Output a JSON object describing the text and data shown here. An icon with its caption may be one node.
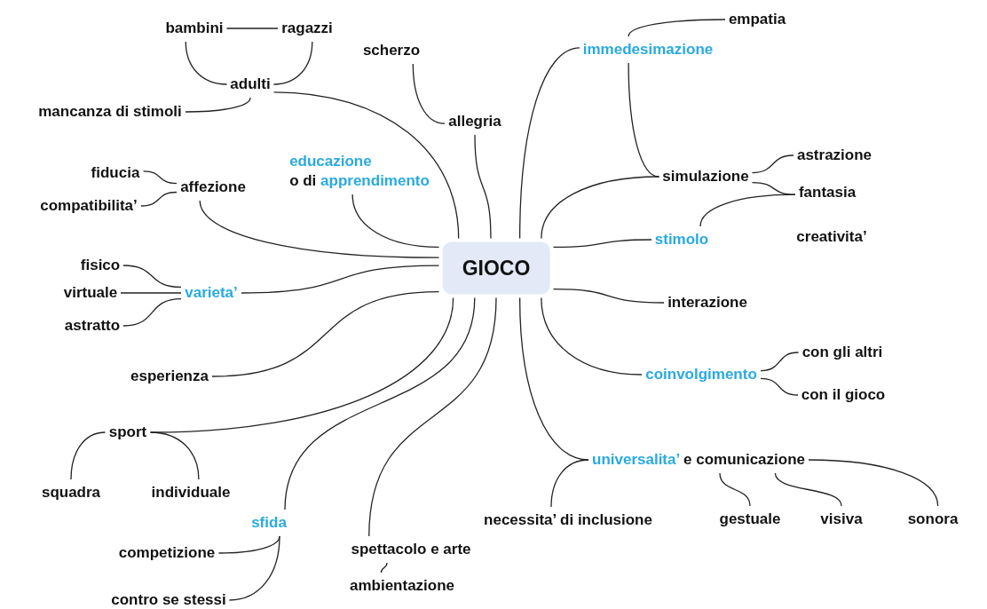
{
  "diagram": {
    "nodes": [
      {
        "text": [
          "GIOCO"
        ]
      },
      {
        "text": [
          "bambini"
        ]
      },
      {
        "text": [
          "ragazzi"
        ]
      },
      {
        "text": [
          "adulti"
        ]
      },
      {
        "text": [
          "mancanza di stimoli"
        ]
      },
      {
        "text": [
          "scherzo"
        ]
      },
      {
        "text": [
          "allegria"
        ]
      },
      {
        "text": [
          "educazione",
          "o di",
          "apprendimento"
        ]
      },
      {
        "text": [
          "fiducia"
        ]
      },
      {
        "text": [
          "affezione"
        ]
      },
      {
        "text": [
          "compatibilita’"
        ]
      },
      {
        "text": [
          "immedesimazione"
        ]
      },
      {
        "text": [
          "empatia"
        ]
      },
      {
        "text": [
          "simulazione"
        ]
      },
      {
        "text": [
          "astrazione"
        ]
      },
      {
        "text": [
          "fantasia"
        ]
      },
      {
        "text": [
          "stimolo"
        ]
      },
      {
        "text": [
          "creativita’"
        ]
      },
      {
        "text": [
          "fisico"
        ]
      },
      {
        "text": [
          "virtuale"
        ]
      },
      {
        "text": [
          "varieta’"
        ]
      },
      {
        "text": [
          "astratto"
        ]
      },
      {
        "text": [
          "esperienza"
        ]
      },
      {
        "text": [
          "sport"
        ]
      },
      {
        "text": [
          "squadra"
        ]
      },
      {
        "text": [
          "individuale"
        ]
      },
      {
        "text": [
          "sfida"
        ]
      },
      {
        "text": [
          "competizione"
        ]
      },
      {
        "text": [
          "contro se stessi"
        ]
      },
      {
        "text": [
          "spettacolo e arte"
        ]
      },
      {
        "text": [
          "ambientazione"
        ]
      },
      {
        "text": [
          "interazione"
        ]
      },
      {
        "text": [
          "coinvolgimento"
        ]
      },
      {
        "text": [
          "con gli altri"
        ]
      },
      {
        "text": [
          "con il gioco"
        ]
      },
      {
        "text": [
          "universalita’",
          "e comunicazione"
        ]
      },
      {
        "text": [
          "necessita’ di inclusione"
        ]
      },
      {
        "text": [
          "gestuale"
        ]
      },
      {
        "text": [
          "visiva"
        ]
      },
      {
        "text": [
          "sonora"
        ]
      }
    ],
    "edges": [
      {
        "from": 1,
        "to": 2,
        "arrow": "none"
      },
      {
        "from": 1,
        "to": 3,
        "arrow": "none"
      },
      {
        "from": 2,
        "to": 3,
        "arrow": "none"
      },
      {
        "from": 3,
        "to": 4,
        "arrow": "none"
      },
      {
        "from": 0,
        "to": 3,
        "arrow": "none"
      },
      {
        "from": 5,
        "to": 6,
        "arrow": "none"
      },
      {
        "from": 0,
        "to": 6,
        "arrow": "none"
      },
      {
        "from": 0,
        "to": 7,
        "arrow": "none"
      },
      {
        "from": 0,
        "to": 9,
        "arrow": "none"
      },
      {
        "from": 9,
        "to": 8,
        "arrow": "none"
      },
      {
        "from": 9,
        "to": 10,
        "arrow": "none"
      },
      {
        "from": 0,
        "to": 11,
        "arrow": "none"
      },
      {
        "from": 11,
        "to": 12,
        "arrow": "none"
      },
      {
        "from": 11,
        "to": 13,
        "arrow": "none"
      },
      {
        "from": 0,
        "to": 13,
        "arrow": "none"
      },
      {
        "from": 13,
        "to": 14,
        "arrow": "none"
      },
      {
        "from": 13,
        "to": 15,
        "arrow": "none"
      },
      {
        "from": 16,
        "to": 15,
        "arrow": "none"
      },
      {
        "from": 0,
        "to": 16,
        "arrow": "none"
      },
      {
        "from": 0,
        "to": 20,
        "arrow": "none"
      },
      {
        "from": 20,
        "to": 18,
        "arrow": "none"
      },
      {
        "from": 20,
        "to": 19,
        "arrow": "none"
      },
      {
        "from": 20,
        "to": 21,
        "arrow": "none"
      },
      {
        "from": 0,
        "to": 22,
        "arrow": "none"
      },
      {
        "from": 0,
        "to": 23,
        "arrow": "none"
      },
      {
        "from": 23,
        "to": 24,
        "arrow": "none"
      },
      {
        "from": 23,
        "to": 25,
        "arrow": "none"
      },
      {
        "from": 0,
        "to": 26,
        "arrow": "none"
      },
      {
        "from": 26,
        "to": 27,
        "arrow": "none"
      },
      {
        "from": 26,
        "to": 28,
        "arrow": "none"
      },
      {
        "from": 0,
        "to": 29,
        "arrow": "none"
      },
      {
        "from": 29,
        "to": 30,
        "arrow": "none"
      },
      {
        "from": 0,
        "to": 31,
        "arrow": "none"
      },
      {
        "from": 0,
        "to": 32,
        "arrow": "none"
      },
      {
        "from": 32,
        "to": 33,
        "arrow": "none"
      },
      {
        "from": 32,
        "to": 34,
        "arrow": "none"
      },
      {
        "from": 0,
        "to": 35,
        "arrow": "none"
      },
      {
        "from": 35,
        "to": 36,
        "arrow": "none"
      },
      {
        "from": 35,
        "to": 37,
        "arrow": "none"
      },
      {
        "from": 35,
        "to": 38,
        "arrow": "none"
      },
      {
        "from": 35,
        "to": 39,
        "arrow": "none"
      }
    ]
  }
}
